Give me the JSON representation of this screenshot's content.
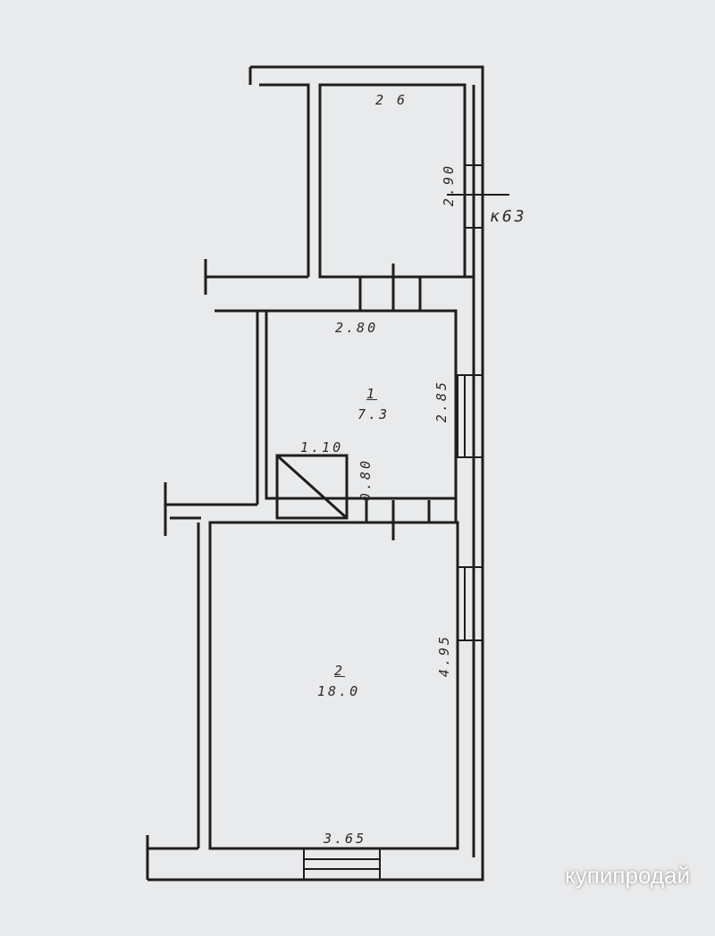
{
  "rooms": [
    {
      "number": "2 6",
      "width": "2.90"
    },
    {
      "number": "1",
      "area": "7.3",
      "width": "2.80",
      "length": "2.85"
    },
    {
      "number": "2",
      "area": "18.0",
      "length": "4.95",
      "width": "3.65"
    }
  ],
  "closet": {
    "width": "1.10",
    "depth": "0.80"
  },
  "apartment_label": "к63",
  "watermark": "купипродай"
}
